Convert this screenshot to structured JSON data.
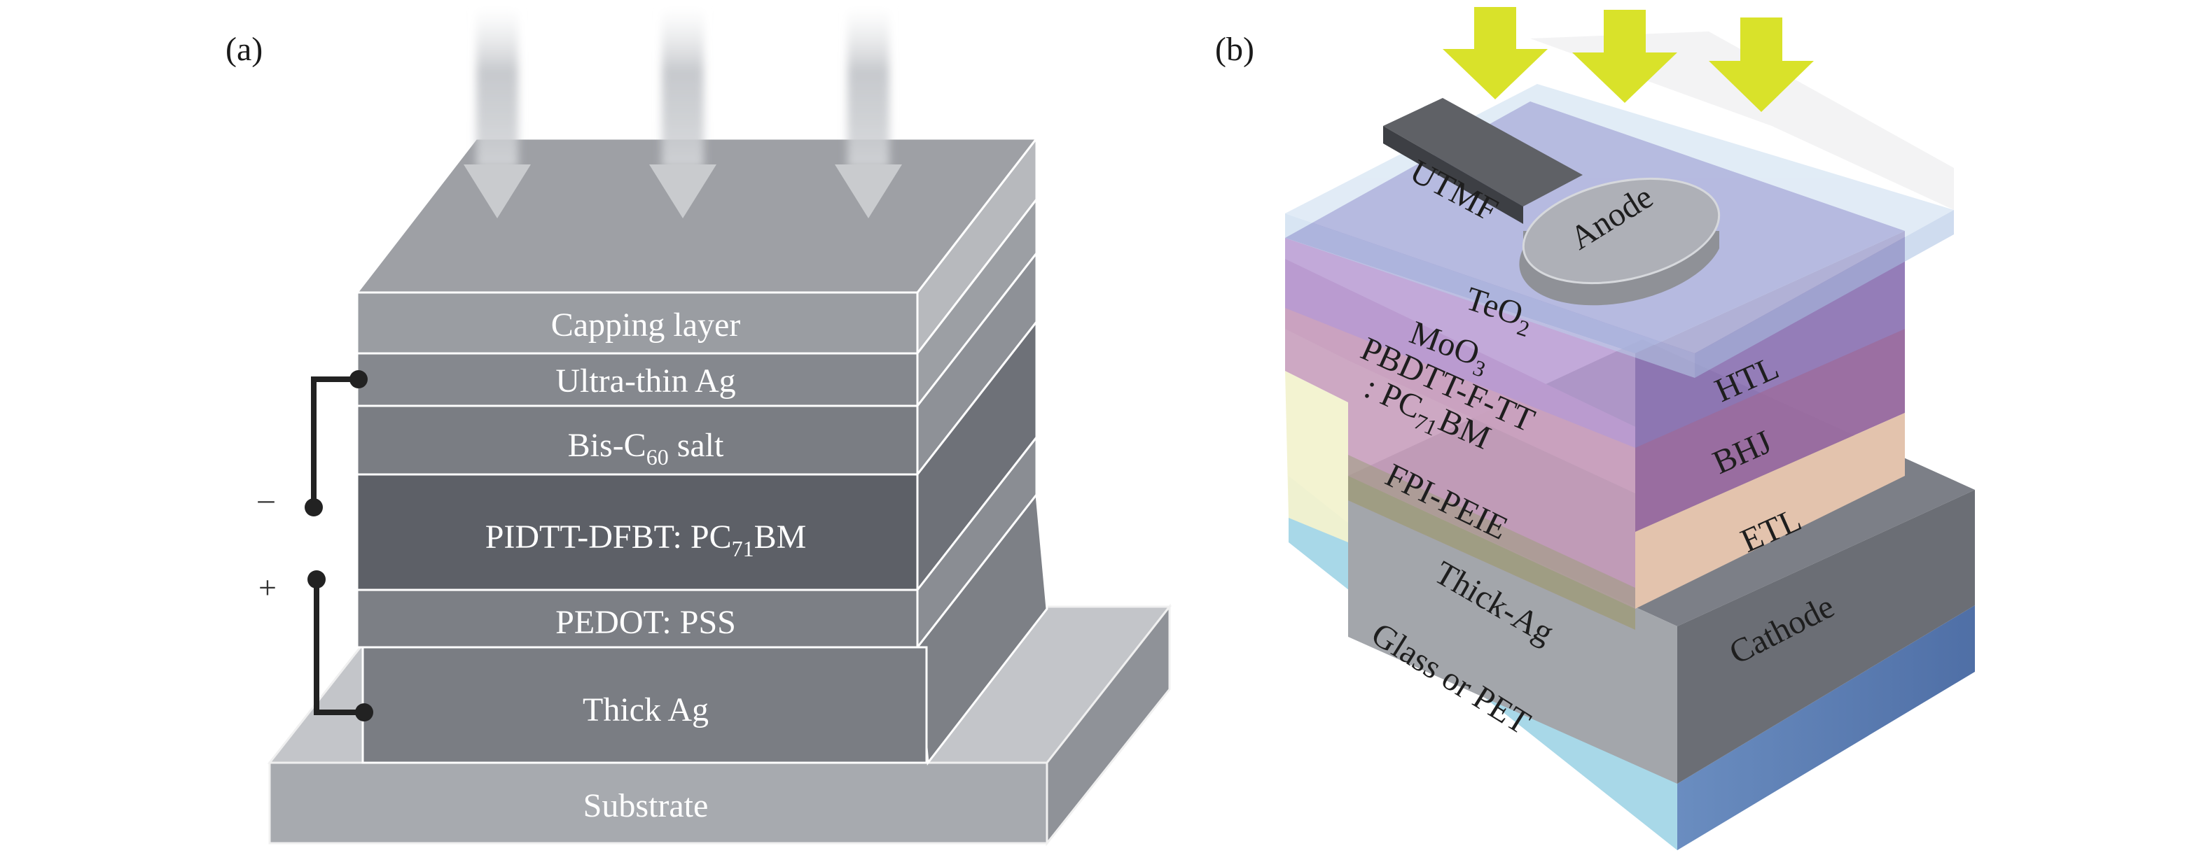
{
  "panel_a": {
    "label": "(a)",
    "layers": {
      "capping": "Capping layer",
      "ultrathin_ag": "Ultra-thin Ag",
      "bis_c60": {
        "pre": "Bis-C",
        "sub": "60",
        "post": " salt"
      },
      "active": {
        "pre": "PIDTT-DFBT: PC",
        "sub": "71",
        "post": "BM"
      },
      "pedot": "PEDOT: PSS",
      "thick_ag": "Thick Ag",
      "substrate": "Substrate"
    },
    "electrodes": {
      "minus": "–",
      "plus": "+"
    }
  },
  "panel_b": {
    "label": "(b)",
    "labels": {
      "utmf": "UTMF",
      "anode": "Anode",
      "teo2": {
        "pre": "TeO",
        "sub": "2"
      },
      "moo3": {
        "pre": "MoO",
        "sub": "3"
      },
      "pbdtt_line1": "PBDTT-F-TT",
      "pbdtt_line2": {
        "pre": ": PC",
        "sub": "71",
        "post": "BM"
      },
      "fpi_peie": "FPI-PEIE",
      "thick_ag": "Thick-Ag",
      "glass": "Glass or PET",
      "htl": "HTL",
      "bhj": "BHJ",
      "etl": "ETL",
      "cathode": "Cathode"
    }
  },
  "colors": {
    "light_arrows": "#c8cc1e",
    "glass": "#a9d9e8",
    "glass_side": "#5f82b4",
    "htl": "#9c8ec9",
    "bhj": "#b58aa7",
    "etl": "#e6c9b0",
    "cathode_top": "#7c7f87"
  }
}
